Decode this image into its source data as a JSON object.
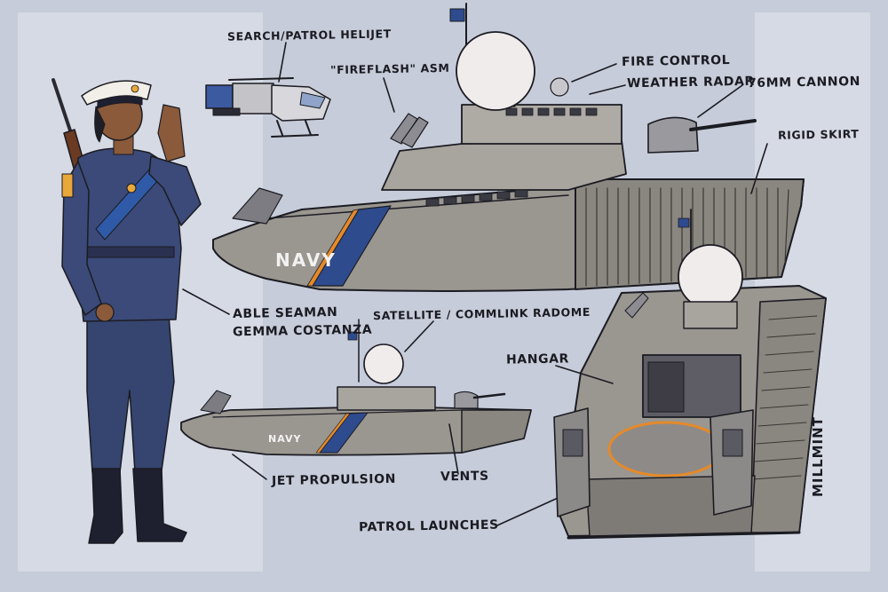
{
  "labels": {
    "helicopter": "SEARCH/PATROL HELIJET",
    "asm": "\"FIREFLASH\" ASM",
    "fire_control": "FIRE CONTROL",
    "weather_radar": "WEATHER RADAR",
    "cannon": "76MM CANNON",
    "skirt": "RIGID SKIRT",
    "seaman_line1": "ABLE SEAMAN",
    "seaman_line2": "GEMMA COSTANZA",
    "radome": "SATELLITE / COMMLINK RADOME",
    "hangar": "HANGAR",
    "jet": "JET PROPULSION",
    "vents": "VENTS",
    "launches": "PATROL LAUNCHES"
  },
  "hull_marking": "NAVY",
  "signature": "MILLMINT",
  "colors": {
    "background": "#c6ccd9",
    "panel": "#d8dce6",
    "hull": "#9a9690",
    "hull_dark": "#6e6b67",
    "stripe_blue": "#2e4b8e",
    "stripe_orange": "#e48a2a",
    "uniform": "#3b4a78",
    "radome": "#f1ecec",
    "ink": "#1b1b22"
  },
  "icons": [
    "helicopter-icon",
    "ship-icon",
    "radome-icon",
    "flag-icon",
    "rifle-icon"
  ]
}
